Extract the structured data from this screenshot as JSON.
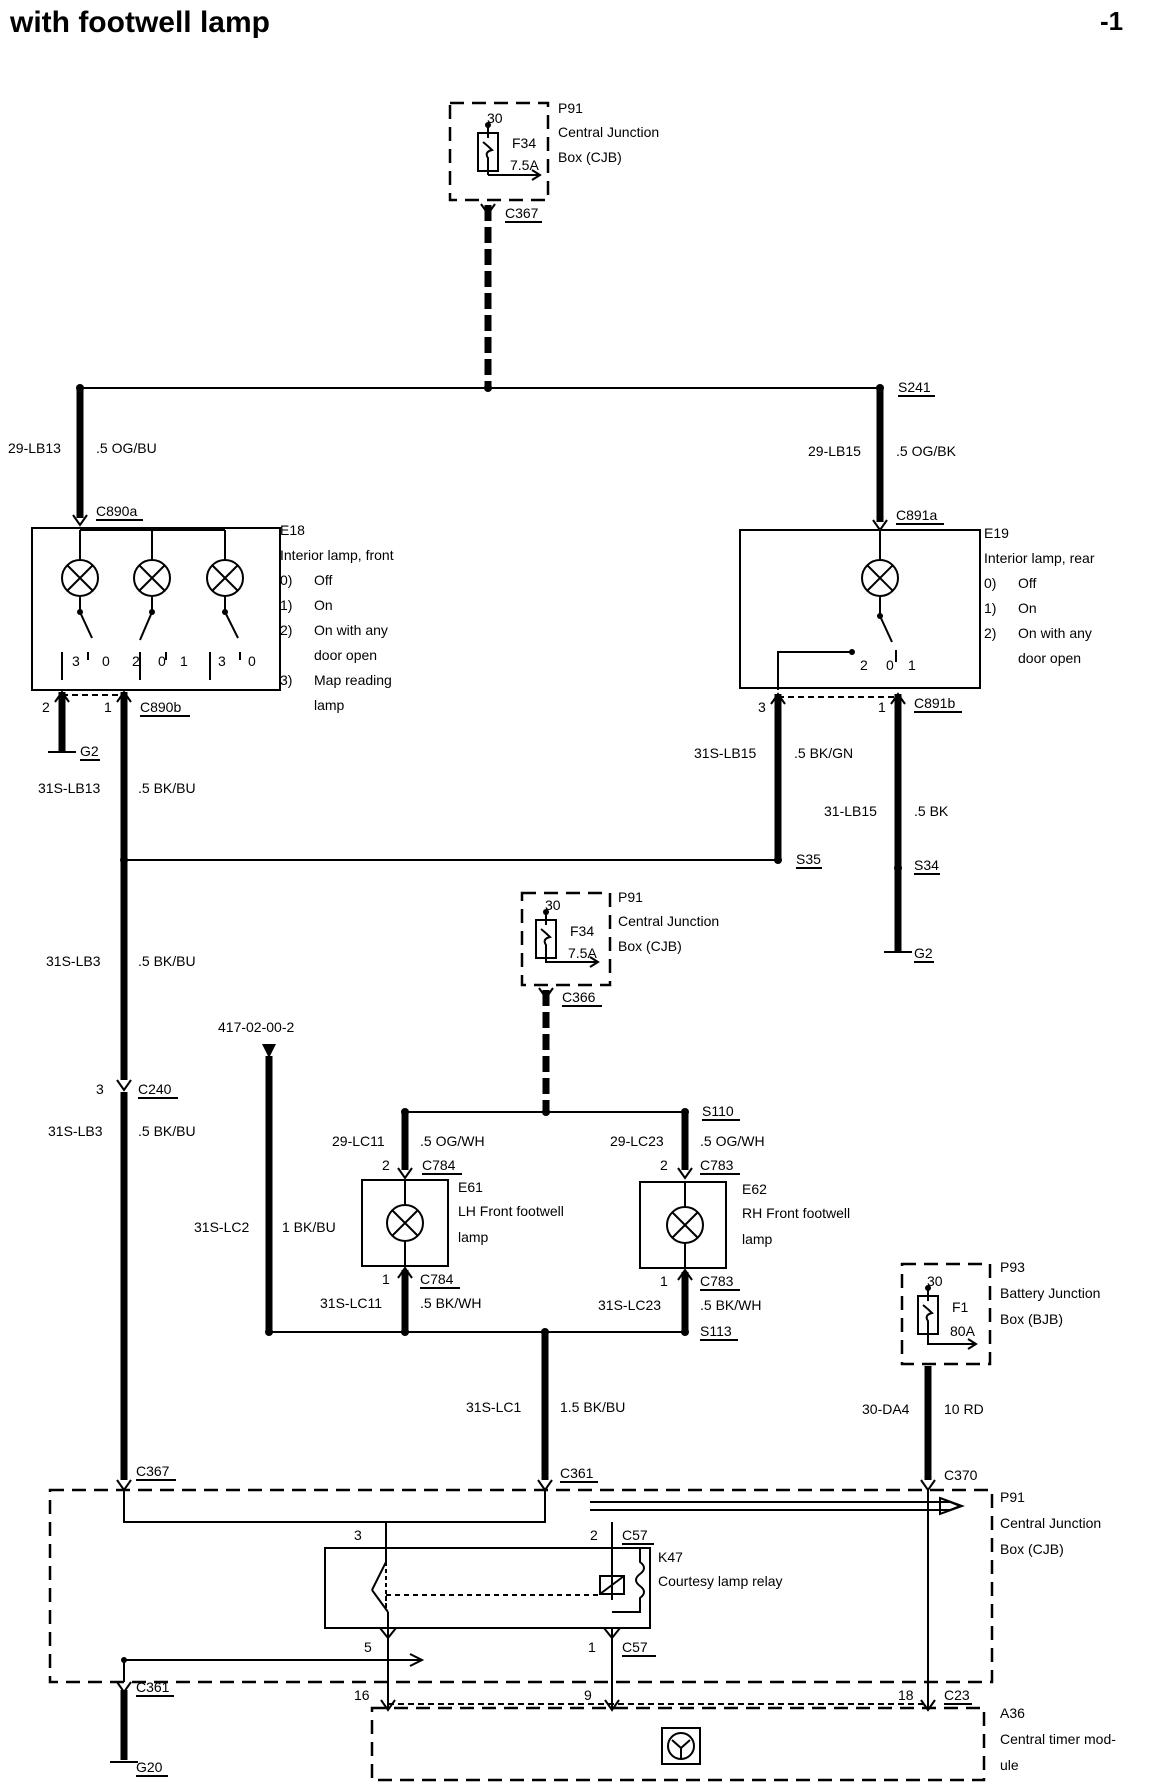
{
  "header": {
    "title": "with footwell lamp",
    "page": "-1"
  },
  "p91_top": {
    "pin": "30",
    "fuse": "F34",
    "rating": "7.5A",
    "name": "P91",
    "desc1": "Central Junction",
    "desc2": "Box (CJB)",
    "connector": "C367"
  },
  "left_feed": {
    "circuit": "29-LB13",
    "wire": ".5 OG/BU",
    "connector": "C890a"
  },
  "right_feed": {
    "splice": "S241",
    "circuit": "29-LB15",
    "wire": ".5 OG/BK",
    "connector": "C891a"
  },
  "e18": {
    "name": "E18",
    "desc": "Interior lamp, front",
    "pos": [
      "0)",
      "1)",
      "2)",
      "",
      "3)",
      ""
    ],
    "pos_text": [
      "Off",
      "On",
      "On with any",
      "door open",
      "Map reading",
      "lamp"
    ],
    "switch_pins": [
      "3",
      "0",
      "2",
      "0",
      "1",
      "3",
      "0"
    ],
    "pin_left": "2",
    "pin_right": "1",
    "connector": "C890b",
    "ground": "G2"
  },
  "e19": {
    "name": "E19",
    "desc": "Interior lamp, rear",
    "pos": [
      "0)",
      "1)",
      "2)",
      ""
    ],
    "pos_text": [
      "Off",
      "On",
      "On with any",
      "door open"
    ],
    "switch_pins": [
      "2",
      "0",
      "1"
    ],
    "pin_left": "3",
    "pin_right": "1",
    "connector": "C891b"
  },
  "wires": {
    "w31s_lb13": {
      "circuit": "31S-LB13",
      "wire": ".5 BK/BU"
    },
    "w31s_lb15": {
      "circuit": "31S-LB15",
      "wire": ".5 BK/GN"
    },
    "w31_lb15": {
      "circuit": "31-LB15",
      "wire": ".5 BK"
    },
    "s35": "S35",
    "s34": "S34",
    "g2b": "G2",
    "w31s_lb3a": {
      "circuit": "31S-LB3",
      "wire": ".5 BK/BU"
    },
    "c240": {
      "pin": "3",
      "connector": "C240"
    },
    "w31s_lb3b": {
      "circuit": "31S-LB3",
      "wire": ".5 BK/BU"
    }
  },
  "p91_mid": {
    "pin": "30",
    "fuse": "F34",
    "rating": "7.5A",
    "name": "P91",
    "desc1": "Central Junction",
    "desc2": "Box (CJB)",
    "connector": "C366"
  },
  "ref": {
    "label": "417-02-00-2",
    "circuit": "31S-LC2",
    "wire": "1 BK/BU"
  },
  "e61": {
    "circuit_in": "29-LC11",
    "wire_in": ".5 OG/WH",
    "pin_in": "2",
    "connector": "C784",
    "name": "E61",
    "desc1": "LH Front footwell",
    "desc2": "lamp",
    "pin_out": "1",
    "connector_out": "C784",
    "circuit_out": "31S-LC11",
    "wire_out": ".5 BK/WH"
  },
  "e62": {
    "splice": "S110",
    "circuit_in": "29-LC23",
    "wire_in": ".5 OG/WH",
    "pin_in": "2",
    "connector": "C783",
    "name": "E62",
    "desc1": "RH Front footwell",
    "desc2": "lamp",
    "pin_out": "1",
    "connector_out": "C783",
    "circuit_out": "31S-LC23",
    "wire_out": ".5 BK/WH",
    "splice_out": "S113"
  },
  "p93": {
    "pin": "30",
    "fuse": "F1",
    "rating": "80A",
    "name": "P93",
    "desc1": "Battery Junction",
    "desc2": "Box (BJB)"
  },
  "lower": {
    "w31s_lc1": {
      "circuit": "31S-LC1",
      "wire": "1.5 BK/BU"
    },
    "w30_da4": {
      "circuit": "30-DA4",
      "wire": "10 RD"
    },
    "c367": "C367",
    "c361a": "C361",
    "c370": "C370",
    "p91": {
      "name": "P91",
      "desc1": "Central Junction",
      "desc2": "Box (CJB)"
    },
    "k47": {
      "name": "K47",
      "desc": "Courtesy lamp relay",
      "pin3": "3",
      "pin2": "2",
      "c57a": "C57",
      "pin5": "5",
      "pin1": "1",
      "c57b": "C57"
    },
    "c361b": "C361",
    "g20": "G20",
    "a36": {
      "pin16": "16",
      "pin9": "9",
      "pin18": "18",
      "connector": "C23",
      "name": "A36",
      "desc1": "Central timer mod-",
      "desc2": "ule"
    }
  }
}
